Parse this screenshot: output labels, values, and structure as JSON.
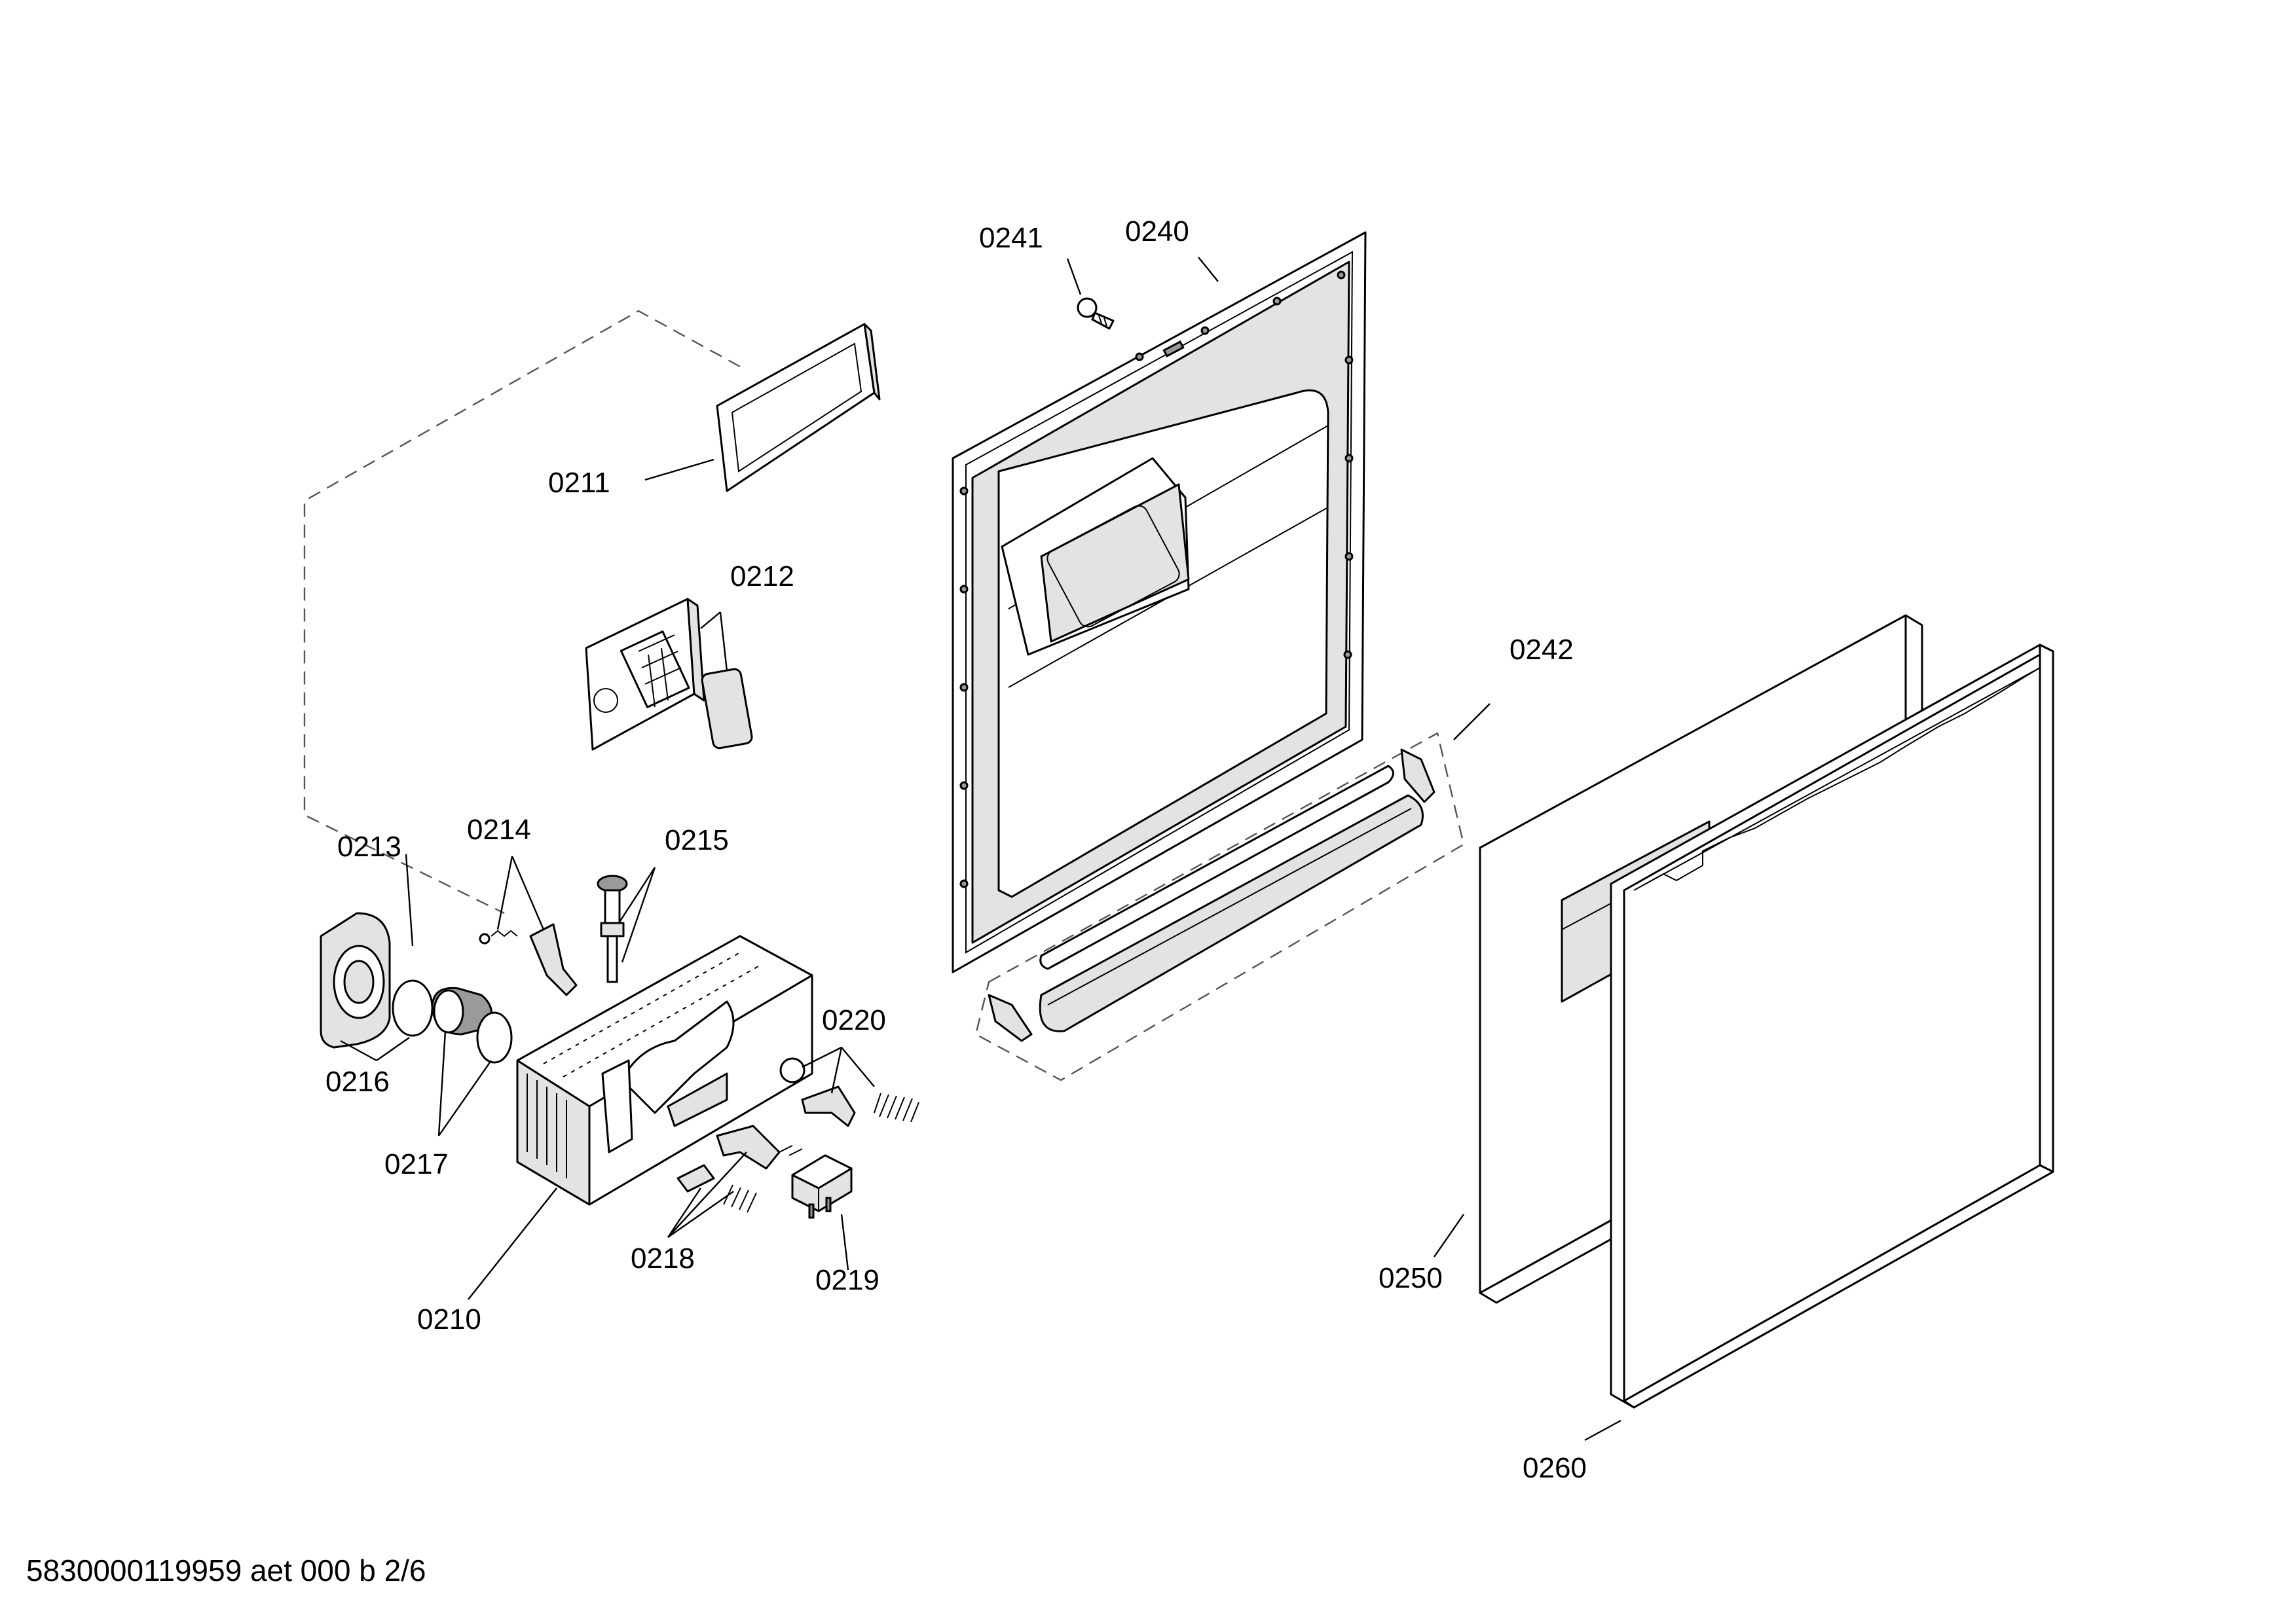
{
  "diagram": {
    "labels": {
      "p0240": "0240",
      "p0241": "0241",
      "p0211": "0211",
      "p0212": "0212",
      "p0242": "0242",
      "p0213": "0213",
      "p0214": "0214",
      "p0215": "0215",
      "p0220": "0220",
      "p0216": "0216",
      "p0217": "0217",
      "p0218": "0218",
      "p0219": "0219",
      "p0210": "0210",
      "p0250": "0250",
      "p0260": "0260"
    },
    "footer": "5830000119959 aet 000 b 2/6"
  }
}
